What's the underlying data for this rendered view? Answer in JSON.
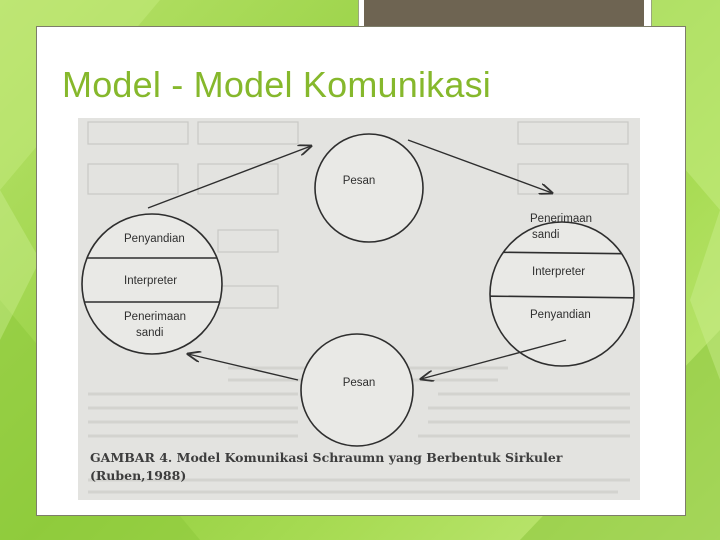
{
  "slide": {
    "title": "Model - Model Komunikasi"
  },
  "diagram": {
    "top_circle": {
      "label": "Pesan"
    },
    "bottom_circle": {
      "label": "Pesan"
    },
    "left_circle": {
      "segments": [
        "Penyandian",
        "Interpreter",
        "Penerimaan",
        "sandi"
      ]
    },
    "right_circle": {
      "segments": [
        "Penerimaan",
        "sandi",
        "Interpreter",
        "Penyandian"
      ]
    },
    "caption_line1": "GAMBAR 4. Model Komunikasi Schraumn yang Berbentuk Sirkuler",
    "caption_line2": "(Ruben,1988)"
  },
  "colors": {
    "title": "#86b82c",
    "tab": "#6e6452",
    "background": "#a9dc55"
  }
}
